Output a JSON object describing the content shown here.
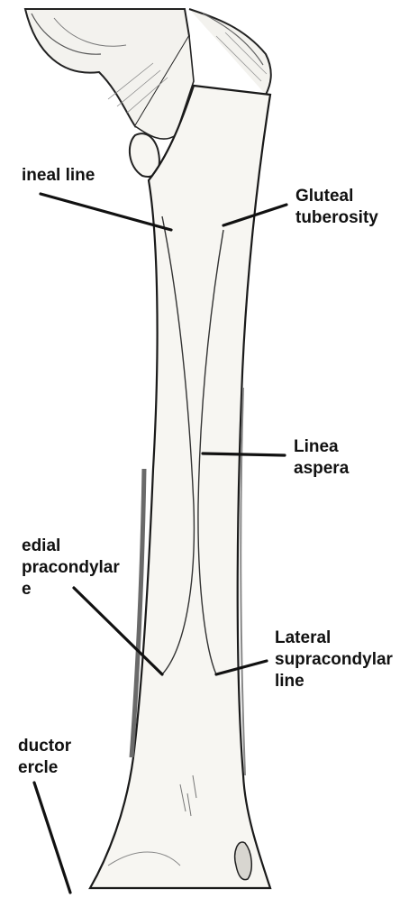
{
  "labels": {
    "pectineal_line": "ineal line",
    "gluteal_tuberosity": "Gluteal\ntuberosity",
    "linea_aspera": "Linea\naspera",
    "medial_supracondylar_line": "edial\npracondylar\ne",
    "lateral_supracondylar_line": "Lateral\nsupracondylar\nline",
    "adductor_tubercle": "ductor\nercle"
  },
  "colors": {
    "background": "#ffffff",
    "ink": "#111111",
    "bone_fill": "#f7f6f2",
    "shading": "#6a6a6a"
  }
}
